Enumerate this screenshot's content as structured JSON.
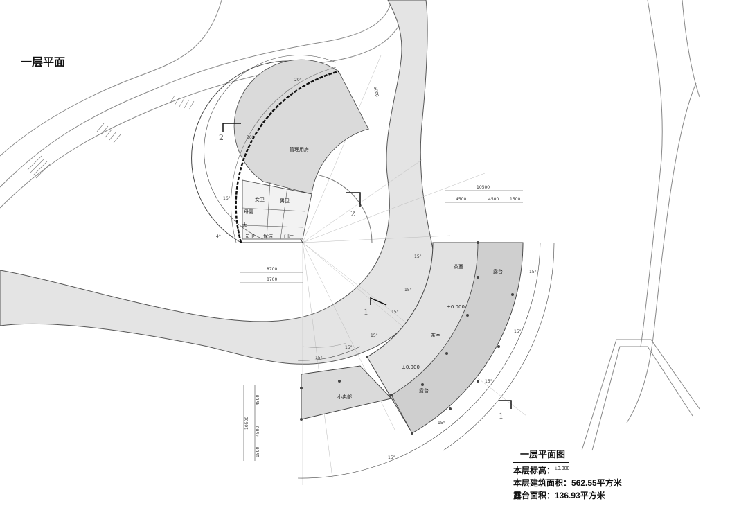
{
  "title": "一层平面",
  "legend": {
    "title": "一层平面图",
    "level_label": "本层标高：",
    "level_value": "±0.000",
    "area_line": "本层建筑面积：562.55平方米",
    "terrace_line": "露台面积：136.93平方米"
  },
  "rooms": {
    "management": "管理用房",
    "female_wc": "女卫",
    "male_wc": "男卫",
    "mother_baby": "母婴",
    "accessible": "无",
    "staff_wc": "员卫",
    "supply": "保洁",
    "lobby": "门厅",
    "tea_1": "茶室",
    "tea_2": "茶室",
    "terrace_1": "露台",
    "terrace_2": "露台",
    "shop": "小卖部",
    "level_1": "±0.000",
    "level_2": "±0.000"
  },
  "dims": {
    "d8700a": "8700",
    "d8700b": "8700",
    "d6000": "6000",
    "d10500a": "10500",
    "d4500a": "4500",
    "d4500b": "4500",
    "d1500": "1500",
    "d10500b": "10500",
    "d4500c": "4500",
    "d4500d": "4500",
    "d1500b": "1500",
    "a20": "20°",
    "a30": "30°",
    "a16": "16°",
    "a4": "4°",
    "a15a": "15°",
    "a15b": "15°",
    "a15c": "15°",
    "a15d": "15°",
    "a15e": "15°",
    "a15f": "15°",
    "a15g": "15°",
    "a15h": "15°",
    "a15i": "15°",
    "a15j": "15°",
    "a15k": "15°"
  },
  "sections": {
    "s1": "1",
    "s2a": "2",
    "s2b": "2",
    "s1b": "1"
  }
}
